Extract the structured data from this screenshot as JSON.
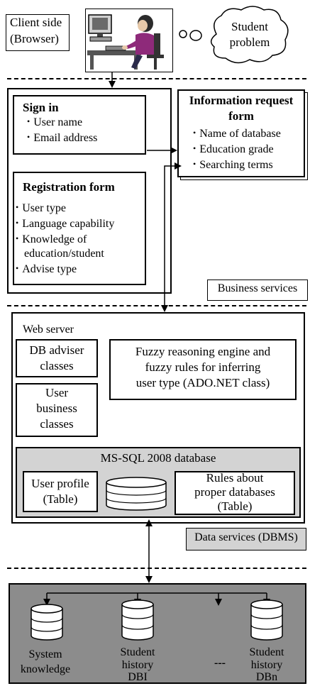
{
  "client": {
    "label_line1": "Client side",
    "label_line2": "(Browser)",
    "thought_line1": "Student",
    "thought_line2": "problem"
  },
  "signin": {
    "title": "Sign in",
    "items": [
      "User name",
      "Email address"
    ]
  },
  "registration": {
    "title": "Registration form",
    "items": [
      "User type",
      "Language capability",
      "Knowledge of",
      "education/student",
      "Advise type"
    ]
  },
  "info_request": {
    "title_line1": "Information request",
    "title_line2": "form",
    "items": [
      "Name of database",
      "Education grade",
      "Searching terms"
    ]
  },
  "business_services": "Business services",
  "web_server": {
    "label": "Web server",
    "db_adviser": [
      "DB adviser",
      "classes"
    ],
    "fuzzy": [
      "Fuzzy reasoning engine and",
      "fuzzy rules for inferring",
      "user type (ADO.NET class)"
    ],
    "user_business": [
      "User",
      "business",
      "classes"
    ]
  },
  "sql_db": {
    "title": "MS-SQL 2008 database",
    "user_profile": [
      "User profile",
      "(Table)"
    ],
    "rules": [
      "Rules about",
      "proper databases",
      "(Table)"
    ]
  },
  "data_services": "Data services (DBMS)",
  "databases": {
    "system": [
      "System",
      "knowledge"
    ],
    "dbi": [
      "Student",
      "history",
      "DBI"
    ],
    "ellipsis": "---",
    "dbn": [
      "Student",
      "history",
      "DBn"
    ]
  }
}
